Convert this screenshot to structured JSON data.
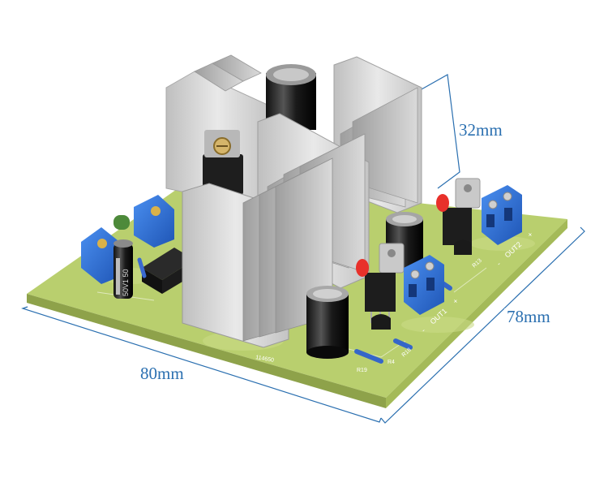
{
  "dimensions": {
    "height": "32mm",
    "depth": "78mm",
    "width": "80mm"
  },
  "board_labels": {
    "out1": "OUT1",
    "out2": "OUT2",
    "plus1": "+",
    "minus1": "-",
    "plus2": "+",
    "minus2": "-",
    "board_id": "114650",
    "r19": "R19",
    "r18": "R18",
    "r4": "R4",
    "r13": "R13",
    "cap_marking": "50V1 50"
  },
  "colors": {
    "pcb": "#b9cf6e",
    "pcb_edge": "#8ea24a",
    "heatsink": "#d6d6d6",
    "terminal": "#2f6fd6",
    "dimension_line": "#2a6fb0",
    "led": "#e8302a",
    "capacitor": "#1c1c1c"
  }
}
